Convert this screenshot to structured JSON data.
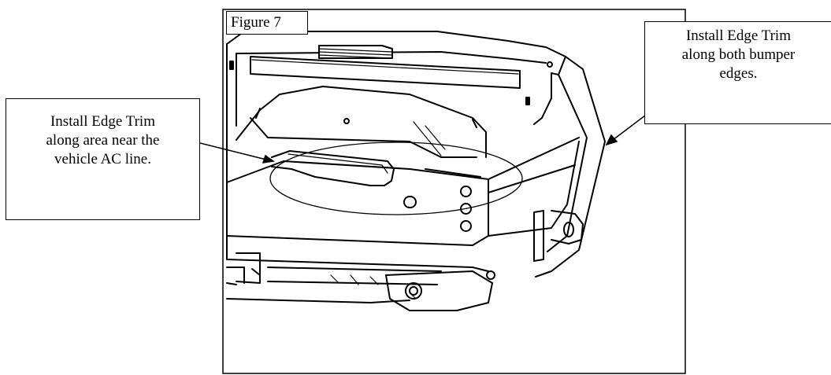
{
  "figure": {
    "label": "Figure 7"
  },
  "callouts": {
    "left": {
      "lines": [
        "Install Edge Trim",
        "along area near the",
        "vehicle AC line."
      ]
    },
    "right": {
      "lines": [
        "Install Edge Trim",
        "along both bumper",
        "edges."
      ]
    }
  },
  "drawing": {
    "subject": "bumper-bracket-line-drawing",
    "line_color": "#000000",
    "background": "#ffffff"
  }
}
